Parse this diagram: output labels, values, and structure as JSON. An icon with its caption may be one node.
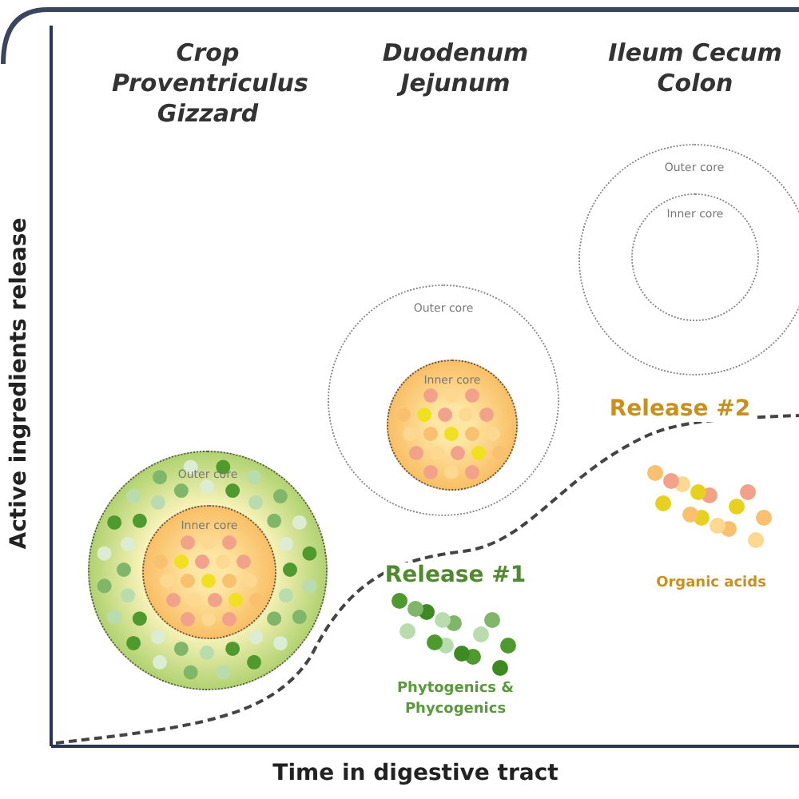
{
  "diagram": {
    "nodes": [
      {
        "text": [
          "Outer core"
        ]
      },
      {
        "text": [
          "Inner core"
        ],
        "in": 0
      },
      {
        "text": [
          "Outer core"
        ]
      },
      {
        "text": [
          "Inner core"
        ],
        "in": 2
      },
      {
        "text": [
          "Outer core"
        ]
      },
      {
        "text": [
          "Inner core"
        ],
        "in": 4
      }
    ],
    "labels": [
      "Crop Proventriculus Gizzard",
      "Duodenum Jejunum",
      "Ileum Cecum Colon",
      "Active ingredients release",
      "Release #2",
      "Organic acids",
      "Release #1",
      "Phytogenics & Phycogenics",
      "Time in digestive tract"
    ]
  }
}
